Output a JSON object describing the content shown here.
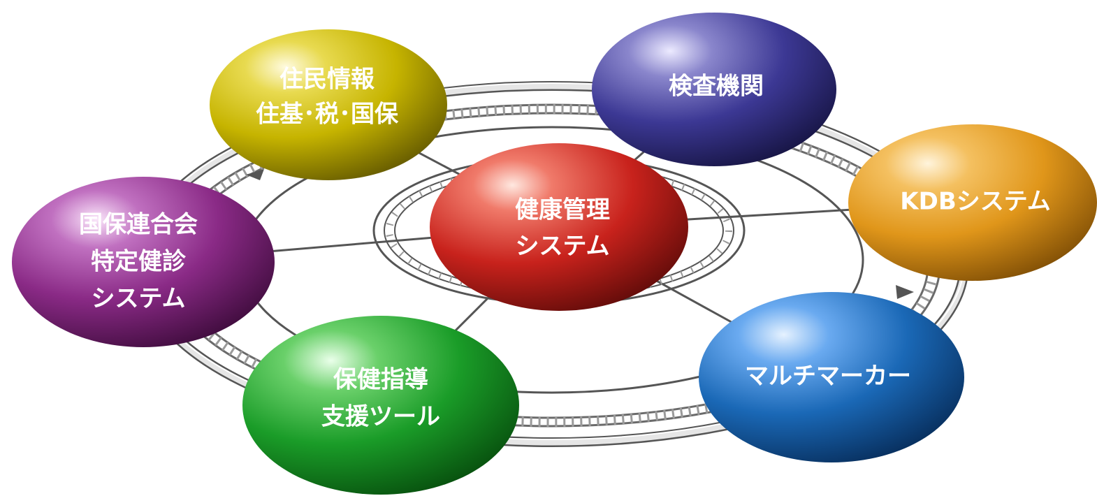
{
  "diagram": {
    "center": {
      "id": "health-management-system",
      "lines": [
        "健康管理",
        "システム"
      ],
      "color": "#c0201e"
    },
    "nodes": [
      {
        "id": "resident-info",
        "lines": [
          "住民情報",
          "住基･税･国保"
        ],
        "color": "#c8b800"
      },
      {
        "id": "inspection-agency",
        "lines": [
          "検査機関"
        ],
        "color": "#3a3690"
      },
      {
        "id": "kdb-system",
        "lines": [
          "KDBシステム"
        ],
        "color": "#e09a1c"
      },
      {
        "id": "multi-marker",
        "lines": [
          "マルチマーカー"
        ],
        "color": "#1a6ab8"
      },
      {
        "id": "health-guidance-tool",
        "lines": [
          "保健指導",
          "支援ツール"
        ],
        "color": "#1a9a2a"
      },
      {
        "id": "kokuho-federation-system",
        "lines": [
          "国保連合会",
          "特定健診",
          "システム"
        ],
        "color": "#8a2a86"
      }
    ]
  }
}
